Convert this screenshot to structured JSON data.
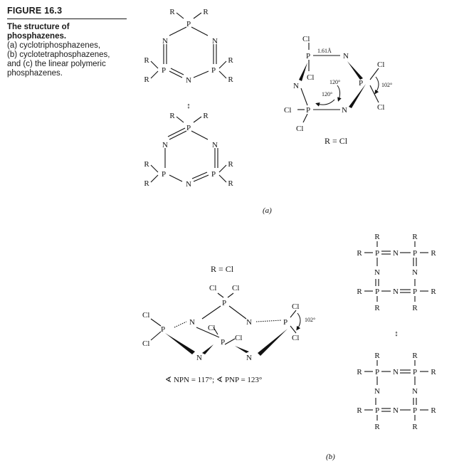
{
  "caption": {
    "figure_label": "FIGURE 16.3",
    "title": "The structure of phosphazenes.",
    "line_a": "(a) cyclotriphosphazenes,",
    "line_b": "(b) cyclotetraphosphazenes,",
    "line_c": "and (c) the linear polymeric phosphazenes."
  },
  "atoms": {
    "P": "P",
    "N": "N",
    "R": "R",
    "Cl": "Cl"
  },
  "part_a": {
    "r_equals": "R = Cl",
    "bond_length": "1.61Å",
    "angle_120_upper": "120°",
    "angle_120_lower": "120°",
    "angle_102": "102°",
    "label": "(a)"
  },
  "part_b": {
    "r_equals": "R = Cl",
    "angle_102": "102°",
    "angles": "∢ NPN = 117°; ∢ PNP = 123°",
    "label": "(b)"
  },
  "resonance_arrow": "↕"
}
